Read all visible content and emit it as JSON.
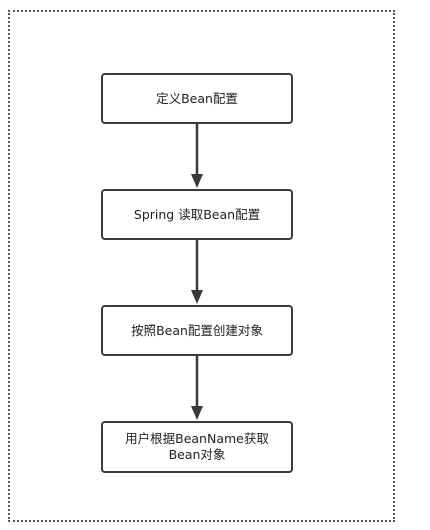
{
  "diagram": {
    "steps": [
      {
        "label": "定义Bean配置"
      },
      {
        "label": "Spring 读取Bean配置"
      },
      {
        "label": "按照Bean配置创建对象"
      },
      {
        "label": "用户根据BeanName获取\nBean对象"
      }
    ]
  },
  "colors": {
    "border": "#3a3a3a",
    "arrow": "#3a3a3a",
    "frame": "#555555",
    "text": "#222222"
  }
}
